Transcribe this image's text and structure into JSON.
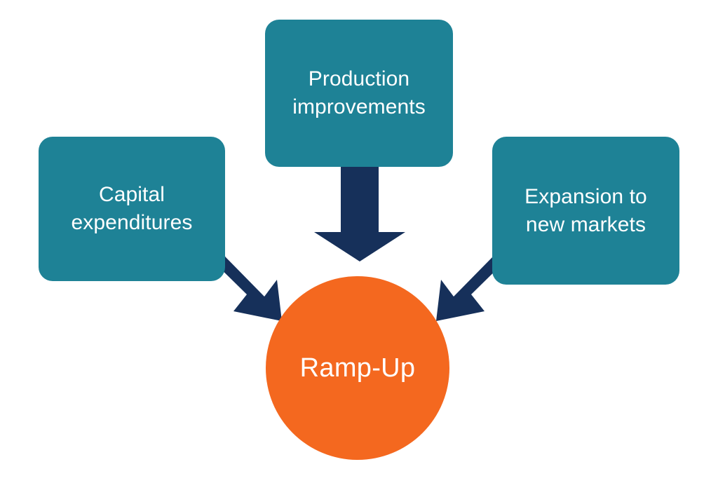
{
  "diagram": {
    "title": "Ramp-Up drivers diagram",
    "type": "convergent-arrow-diagram",
    "background_color": "#FFFFFF",
    "palette": {
      "box_teal": "#1E8296",
      "center_orange": "#F4681F",
      "arrow_navy": "#16305A",
      "text_white": "#FFFFFF"
    },
    "center": {
      "label": "Ramp-Up",
      "shape": "circle",
      "fill_color": "#F4681F",
      "text_color": "#FFFFFF"
    },
    "nodes": [
      {
        "id": "capital-expenditures",
        "label": "Capital\nexpenditures",
        "position": "left",
        "shape": "rounded-rectangle",
        "fill_color": "#1E8296",
        "text_color": "#FFFFFF"
      },
      {
        "id": "production-improvements",
        "label": "Production\nimprovements",
        "position": "top",
        "shape": "rounded-rectangle",
        "fill_color": "#1E8296",
        "text_color": "#FFFFFF"
      },
      {
        "id": "expansion-new-markets",
        "label": "Expansion to\nnew markets",
        "position": "right",
        "shape": "rounded-rectangle",
        "fill_color": "#1E8296",
        "text_color": "#FFFFFF"
      }
    ],
    "arrows": [
      {
        "id": "arrow-capital-to-center",
        "from": "capital-expenditures",
        "to": "center",
        "direction": "down-right",
        "color": "#16305A"
      },
      {
        "id": "arrow-production-to-center",
        "from": "production-improvements",
        "to": "center",
        "direction": "down",
        "color": "#16305A"
      },
      {
        "id": "arrow-expansion-to-center",
        "from": "expansion-new-markets",
        "to": "center",
        "direction": "down-left",
        "color": "#16305A"
      }
    ]
  }
}
